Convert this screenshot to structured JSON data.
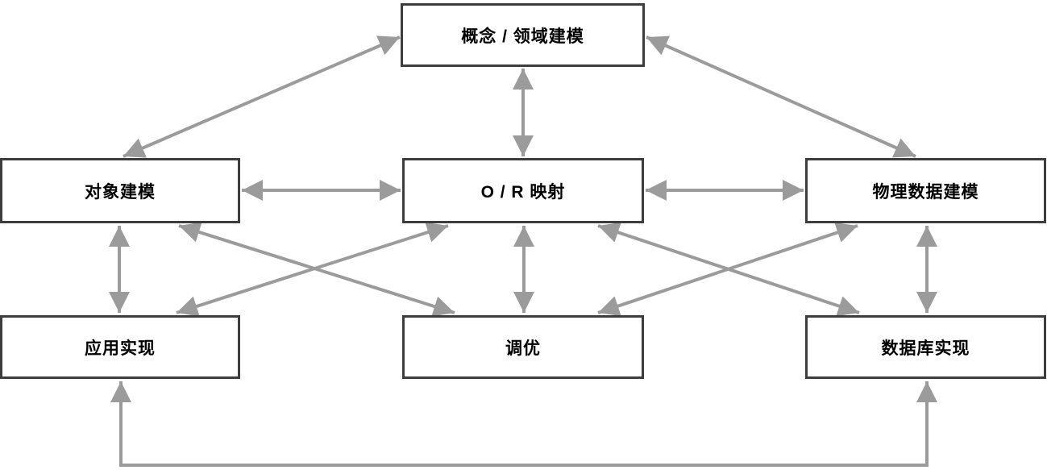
{
  "diagram": {
    "type": "node-link-diagram",
    "colors": {
      "arrow": "#9b9b9b",
      "node_border": "#3d3d3d",
      "node_fill": "#ffffff",
      "label_text": "#000000",
      "background": "#ffffff"
    },
    "nodes": {
      "concept": {
        "label": "概念 / 领域建模"
      },
      "object_modeling": {
        "label": "对象建模"
      },
      "or_mapping": {
        "label": "O / R 映射"
      },
      "physical_data_modeling": {
        "label": "物理数据建模"
      },
      "app_implementation": {
        "label": "应用实现"
      },
      "tuning": {
        "label": "调优"
      },
      "db_implementation": {
        "label": "数据库实现"
      }
    },
    "edges": [
      {
        "from": "concept",
        "to": "object_modeling",
        "direction": "bidirectional",
        "route": "diagonal"
      },
      {
        "from": "concept",
        "to": "or_mapping",
        "direction": "bidirectional",
        "route": "vertical"
      },
      {
        "from": "concept",
        "to": "physical_data_modeling",
        "direction": "bidirectional",
        "route": "diagonal"
      },
      {
        "from": "object_modeling",
        "to": "or_mapping",
        "direction": "bidirectional",
        "route": "horizontal"
      },
      {
        "from": "or_mapping",
        "to": "physical_data_modeling",
        "direction": "bidirectional",
        "route": "horizontal"
      },
      {
        "from": "object_modeling",
        "to": "app_implementation",
        "direction": "bidirectional",
        "route": "vertical"
      },
      {
        "from": "or_mapping",
        "to": "tuning",
        "direction": "bidirectional",
        "route": "vertical"
      },
      {
        "from": "physical_data_modeling",
        "to": "db_implementation",
        "direction": "bidirectional",
        "route": "vertical"
      },
      {
        "from": "object_modeling",
        "to": "tuning",
        "direction": "bidirectional",
        "route": "diagonal"
      },
      {
        "from": "app_implementation",
        "to": "or_mapping",
        "direction": "bidirectional",
        "route": "diagonal"
      },
      {
        "from": "or_mapping",
        "to": "db_implementation",
        "direction": "bidirectional",
        "route": "diagonal"
      },
      {
        "from": "tuning",
        "to": "physical_data_modeling",
        "direction": "bidirectional",
        "route": "diagonal"
      },
      {
        "from": "app_implementation",
        "to": "db_implementation",
        "direction": "bidirectional",
        "route": "around-bottom"
      }
    ]
  }
}
